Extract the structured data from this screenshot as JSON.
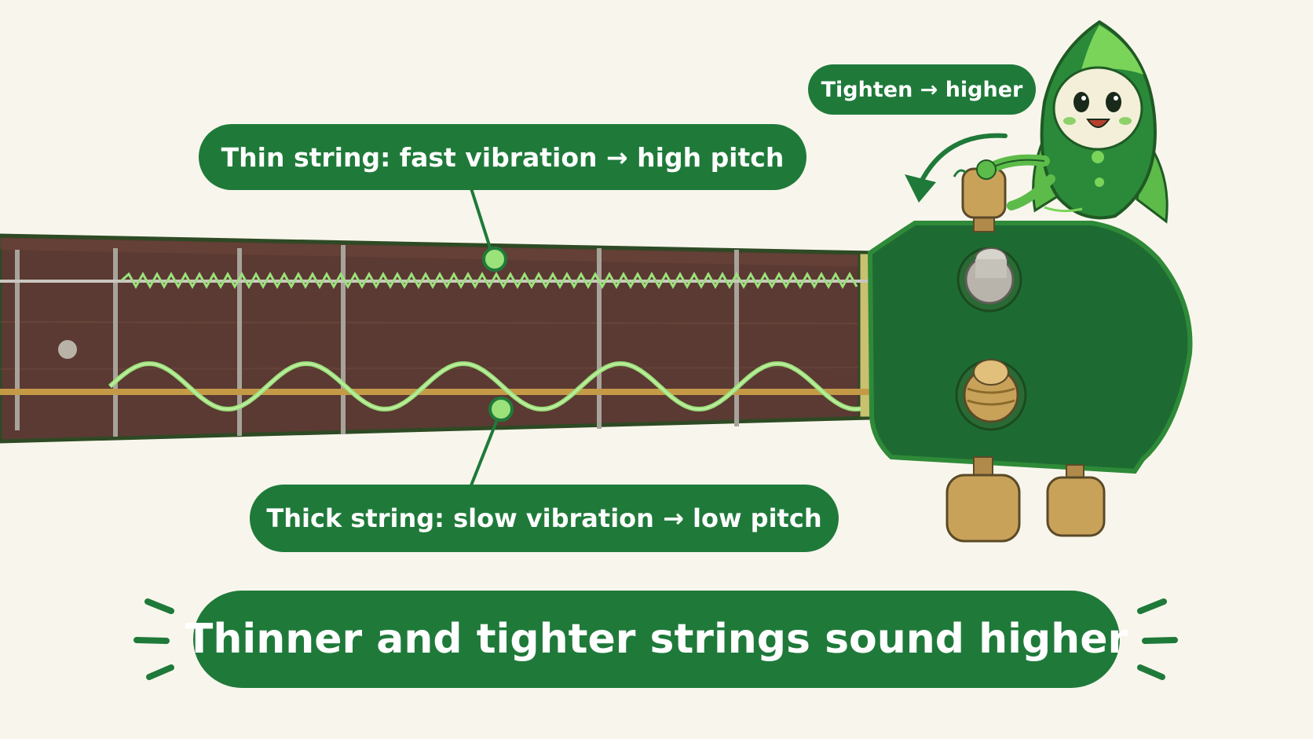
{
  "labels": {
    "tighten": "Tighten → higher",
    "thin_string": "Thin string: fast vibration → high pitch",
    "thick_string": "Thick string: slow vibration → low pitch",
    "summary": "Thinner and tighter strings sound higher"
  },
  "colors": {
    "background": "#f8f6ec",
    "accent_green": "#1f7a3a",
    "light_green_wave": "#9be27a",
    "fretboard_wood": "#5a3a32",
    "headstock": "#1e6a32",
    "peg_gold": "#c9a25a"
  },
  "icons": {
    "mascot": "green-rocket-mascot",
    "arrow": "curved-arrow-icon"
  }
}
